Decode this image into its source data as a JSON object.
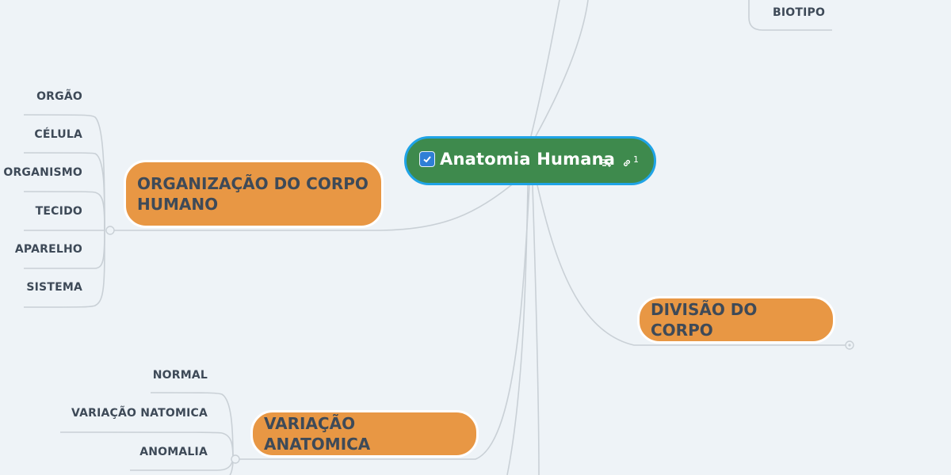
{
  "root": {
    "title": "Anatomia Humana",
    "link_count": "1"
  },
  "organizacao": {
    "title": "ORGANIZAÇÃO DO CORPO HUMANO",
    "children": [
      "ORGÃO",
      "CÉLULA",
      "ORGANISMO",
      "TECIDO",
      "APARELHO",
      "SISTEMA"
    ]
  },
  "variacao": {
    "title": "VARIAÇÃO ANATOMICA",
    "children": [
      "NORMAL",
      "VARIAÇÃO NATOMICA",
      "ANOMALIA"
    ]
  },
  "divisao": {
    "title": "DIVISÃO DO CORPO"
  },
  "top_right": {
    "children": [
      "BIOTIPO"
    ]
  },
  "colors": {
    "background": "#eef3f7",
    "root_fill": "#3e8a4d",
    "root_border": "#1fa3e6",
    "topic_fill": "#e89744",
    "topic_text": "#3e4a58",
    "connector": "#c9d0d6"
  }
}
